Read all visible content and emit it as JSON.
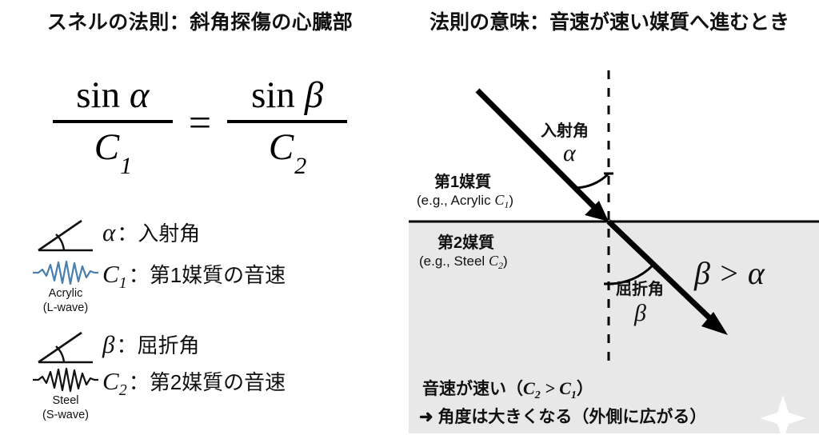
{
  "left": {
    "title": "スネルの法則：斜角探傷の心臓部",
    "formula": {
      "left_numerator": "sin α",
      "left_denominator": "C₁",
      "equals": "=",
      "right_numerator": "sin β",
      "right_denominator": "C₂",
      "sin": "sin",
      "alpha": "α",
      "beta": "β",
      "c": "C",
      "one": "1",
      "two": "2"
    },
    "legend": [
      {
        "icon": "angle-icon",
        "symbol": "α",
        "sub": "",
        "text": "：入射角",
        "caption": "",
        "caption2": "",
        "color": "#111111"
      },
      {
        "icon": "waveform-icon",
        "symbol": "C",
        "sub": "1",
        "text": "：第1媒質の音速",
        "caption": "Acrylic",
        "caption2": "(L-wave)",
        "color": "#4a7fad"
      },
      {
        "icon": "angle-icon",
        "symbol": "β",
        "sub": "",
        "text": "：屈折角",
        "caption": "",
        "caption2": "",
        "color": "#111111"
      },
      {
        "icon": "waveform-icon",
        "symbol": "C",
        "sub": "2",
        "text": "：第2媒質の音速",
        "caption": "Steel",
        "caption2": "(S-wave)",
        "color": "#111111"
      }
    ]
  },
  "right": {
    "title": "法則の意味：音速が速い媒質へ進むとき",
    "medium1_label": "第1媒質",
    "medium1_note_pre": "(e.g., Acrylic ",
    "medium1_note_sym": "C",
    "medium1_note_sub": "1",
    "medium1_note_post": ")",
    "medium2_label": "第2媒質",
    "medium2_note_pre": "(e.g., Steel ",
    "medium2_note_sym": "C",
    "medium2_note_sub": "2",
    "medium2_note_post": ")",
    "incident_angle_label": "入射角",
    "incident_angle_symbol": "α",
    "refraction_angle_label": "屈折角",
    "refraction_angle_symbol": "β",
    "comparison": "β > α",
    "comparison_beta": "β",
    "comparison_gt": ">",
    "comparison_alpha": "α",
    "conclusion_line1_pre": "音速が速い（",
    "conclusion_line1_c2": "C",
    "conclusion_line1_c2sub": "2",
    "conclusion_line1_gt": " > ",
    "conclusion_line1_c1": "C",
    "conclusion_line1_c1sub": "1",
    "conclusion_line1_post": "）",
    "conclusion_line2": "➜ 角度は大きくなる（外側に広がる）",
    "colors": {
      "medium2_fill": "#e8e8e8",
      "interface_line": "#000000",
      "ray": "#000000",
      "normal_dash": "#000000",
      "sparkle": "#ffffff"
    }
  }
}
